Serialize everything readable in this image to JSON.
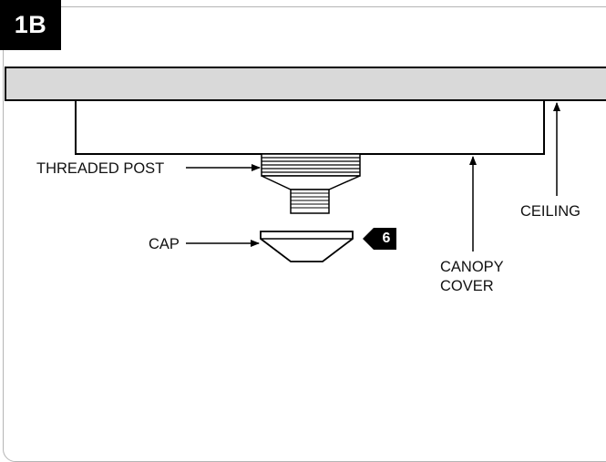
{
  "step": {
    "label": "1B"
  },
  "labels": {
    "threaded_post": "THREADED POST",
    "cap": "CAP",
    "ceiling": "CEILING",
    "canopy_cover_line1": "CANOPY",
    "canopy_cover_line2": "COVER"
  },
  "callout": {
    "part_number": "6"
  }
}
